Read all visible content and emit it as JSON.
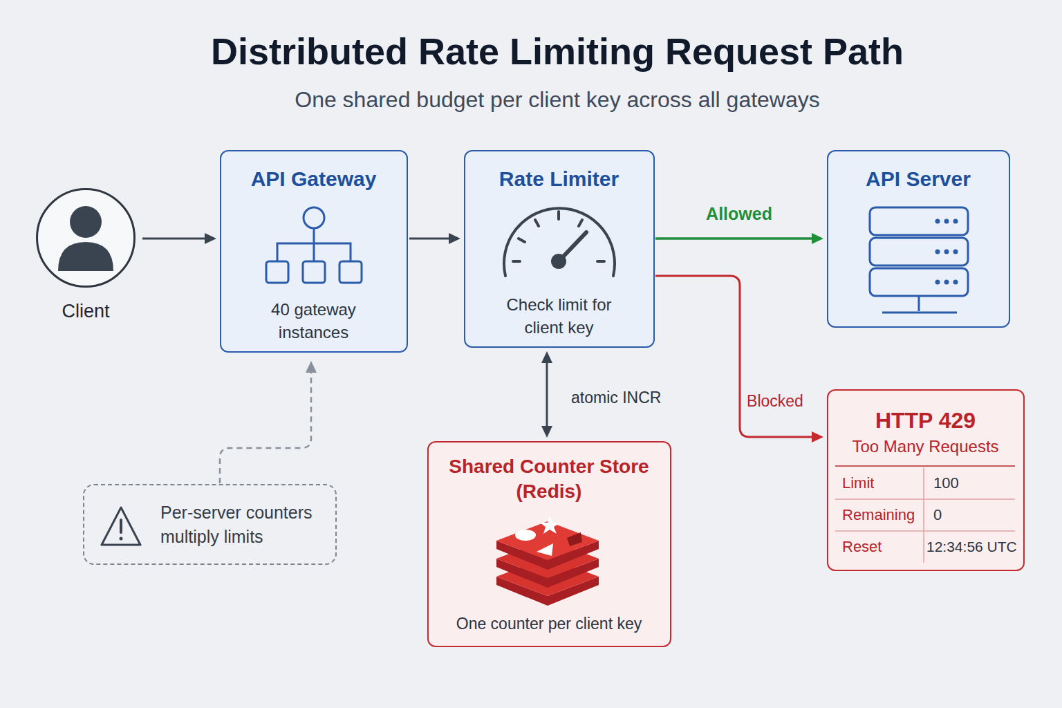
{
  "diagram": {
    "title": "Distributed Rate Limiting Request Path",
    "nodes": [
      {
        "text": [
          "Client"
        ]
      },
      {
        "text": [
          "API Gateway",
          "40 gateway instances"
        ]
      },
      {
        "text": [
          "Rate Limiter",
          "Check limit for client key"
        ]
      },
      {
        "text": [
          "API Server"
        ]
      },
      {
        "text": [
          "Shared Counter Store (Redis)",
          "One counter per client key"
        ]
      },
      {
        "text": [
          "HTTP 429",
          "Too Many Requests",
          "Limit",
          "100",
          "Remaining",
          "0",
          "Reset",
          "12:34:56 UTC"
        ]
      },
      {
        "text": [
          "Per-server counters multiply limits"
        ]
      }
    ],
    "edges": [
      {
        "from": 0,
        "to": 1,
        "arrow": "to"
      },
      {
        "from": 1,
        "to": 2,
        "arrow": "to"
      },
      {
        "from": 2,
        "to": 3,
        "label": "Allowed",
        "arrow": "to"
      },
      {
        "from": 2,
        "to": 5,
        "label": "Blocked",
        "arrow": "to"
      },
      {
        "from": 2,
        "to": 4,
        "label": "atomic INCR",
        "arrow": "both"
      },
      {
        "from": 6,
        "to": 1,
        "arrow": "to"
      }
    ],
    "labels": [
      "One shared budget per client key across all gateways"
    ]
  }
}
